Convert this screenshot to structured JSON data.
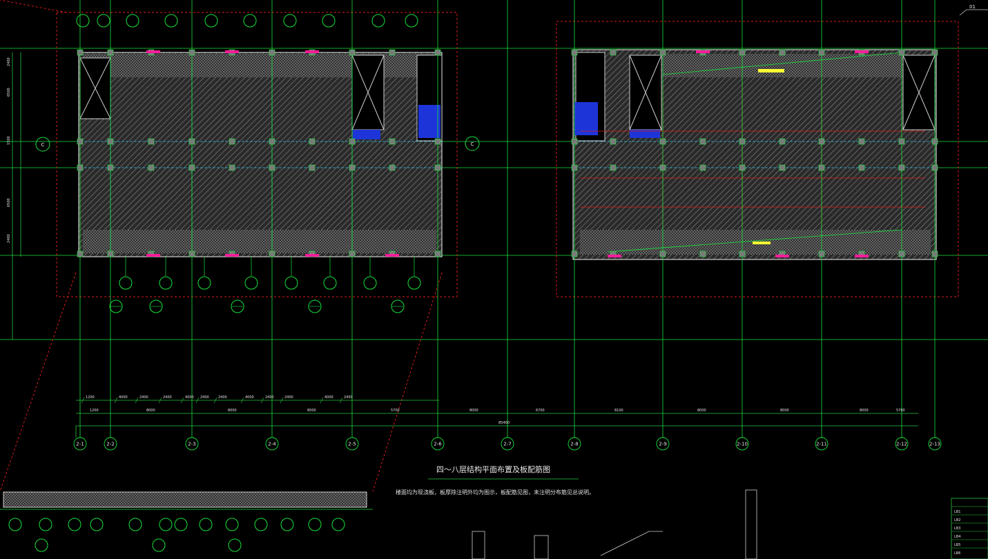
{
  "drawing": {
    "title": "四～八层结构平面布置及板配筋图",
    "note": "楼面均为现浇板，板厚除注明外均为图示，板配筋见图，未注明分布筋见总说明。",
    "sheet_tag": "01",
    "total_dimension": "85400",
    "grid_axes": [
      "2-1",
      "2-2",
      "2-3",
      "2-4",
      "2-5",
      "2-6",
      "2-7",
      "2-8",
      "2-9",
      "2-10",
      "2-11",
      "2-12",
      "2-13"
    ],
    "row_axes": [
      "C"
    ],
    "dims_upper_row": [
      "1200",
      "4000",
      "2400",
      "2400",
      "4000",
      "2400",
      "2400",
      "4000",
      "2400",
      "2400",
      "4000",
      "2400"
    ],
    "dims_lower_row": [
      "1200",
      "8000",
      "8000",
      "8000",
      "5700",
      "8000",
      "6700",
      "8100",
      "8000",
      "8000",
      "8000",
      "5700"
    ],
    "left_dims": [
      "2400",
      "6500",
      "1500",
      "6500",
      "2400"
    ],
    "table_rows": [
      "LB1",
      "LB2",
      "LB3",
      "LB4",
      "LB5",
      "LB6"
    ]
  },
  "colors": {
    "grid_green": "#18e43c",
    "dim_green": "#26c940",
    "wall_white": "#d0d0d0",
    "hatch_gray": "#7a7a7a",
    "red_dash": "#e01a1a",
    "cyan": "#26c8e6",
    "magenta": "#ff1c9c",
    "blue_fill": "#1d35d8",
    "yellow": "#ffff33"
  }
}
